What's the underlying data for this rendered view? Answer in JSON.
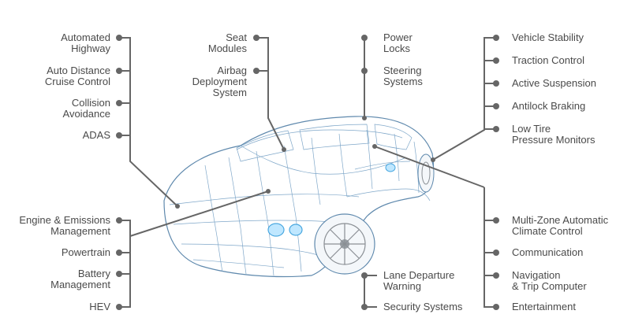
{
  "diagram": {
    "left_labels": [
      {
        "id": "automated-highway",
        "text": "Automated\nHighway"
      },
      {
        "id": "acc",
        "text": "Auto Distance\nCruise Control"
      },
      {
        "id": "collision",
        "text": "Collision\nAvoidance"
      },
      {
        "id": "adas",
        "text": "ADAS"
      },
      {
        "id": "engine",
        "text": "Engine & Emissions\nManagement"
      },
      {
        "id": "powertrain",
        "text": "Powertrain"
      },
      {
        "id": "battery",
        "text": "Battery\nManagement"
      },
      {
        "id": "hev",
        "text": "HEV"
      }
    ],
    "center_left_labels": [
      {
        "id": "seat",
        "text": "Seat\nModules"
      },
      {
        "id": "airbag",
        "text": "Airbag\nDeployment\nSystem"
      }
    ],
    "center_right_labels": [
      {
        "id": "power-locks",
        "text": "Power\nLocks"
      },
      {
        "id": "steering",
        "text": "Steering\nSystems"
      },
      {
        "id": "lane",
        "text": "Lane Departure\nWarning"
      },
      {
        "id": "security",
        "text": "Security Systems"
      }
    ],
    "right_labels": [
      {
        "id": "stability",
        "text": "Vehicle Stability"
      },
      {
        "id": "traction",
        "text": "Traction Control"
      },
      {
        "id": "suspension",
        "text": "Active Suspension"
      },
      {
        "id": "abs",
        "text": "Antilock Braking"
      },
      {
        "id": "tire",
        "text": "Low Tire\nPressure Monitors"
      },
      {
        "id": "climate",
        "text": "Multi-Zone Automatic\nClimate Control"
      },
      {
        "id": "communication",
        "text": "Communication"
      },
      {
        "id": "navigation",
        "text": "Navigation\n& Trip Computer"
      },
      {
        "id": "entertainment",
        "text": "Entertainment"
      }
    ]
  },
  "colors": {
    "line": "#666666",
    "text": "#4a4a4a",
    "wire": "#7fa7c9",
    "wire_dark": "#5f89ad"
  }
}
